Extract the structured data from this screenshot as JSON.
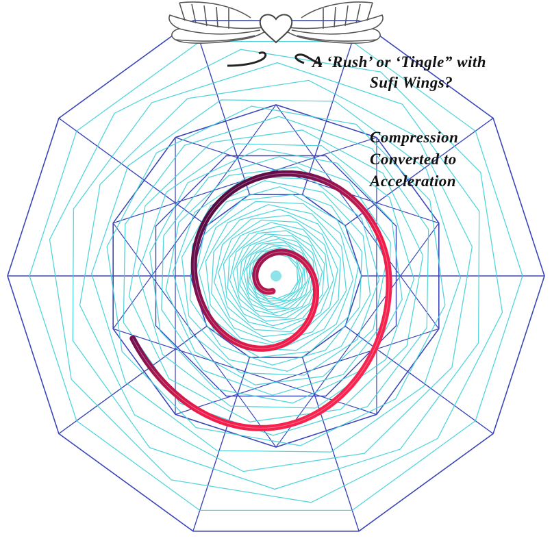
{
  "headline": {
    "line1": "A ‘Rush’ or ‘Tingle” with",
    "line2": "Sufi Wings?"
  },
  "subheading": {
    "line1": "Compression",
    "line2": "Converted to",
    "line3": "Acceleration"
  },
  "colors": {
    "background": "#ffffff",
    "polygon_stroke": "#3a46b8",
    "spiral_stroke": "#3fd0d8",
    "heart_spiral_dark": "#2a0a3a",
    "heart_spiral_red": "#ee1c4a",
    "wing_stroke": "#555555",
    "text": "#111111"
  },
  "icons": {
    "emblem": "winged-heart-icon"
  }
}
